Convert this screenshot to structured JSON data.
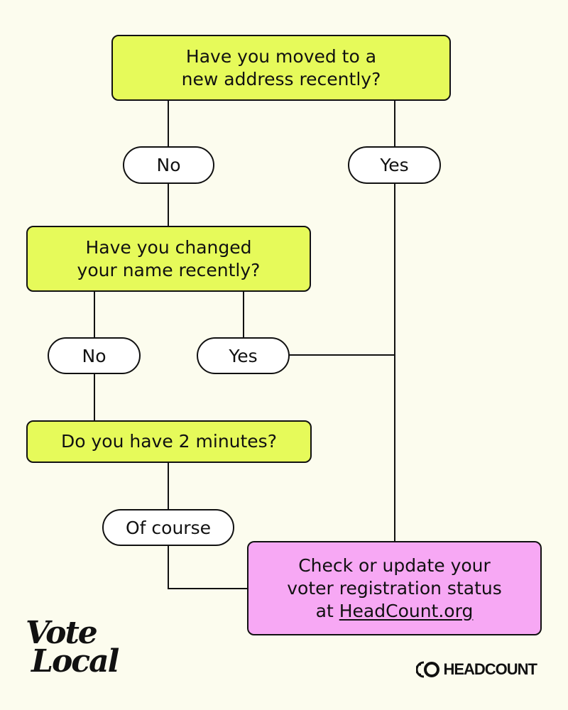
{
  "flow": {
    "q1": "Have you moved to a\nnew address recently?",
    "q1_no": "No",
    "q1_yes": "Yes",
    "q2": "Have you changed\nyour name recently?",
    "q2_no": "No",
    "q2_yes": "Yes",
    "q3": "Do you have 2 minutes?",
    "q3_answer": "Of course",
    "result_line1": "Check or update your",
    "result_line2": "voter registration status",
    "result_prefix": "at ",
    "result_link": "HeadCount.org"
  },
  "branding": {
    "logo_line1": "Vote",
    "logo_line2": "Local",
    "partner": "HEADCOUNT"
  },
  "colors": {
    "background": "#fcfcee",
    "question": "#e6fa5a",
    "answer": "#ffffff",
    "result": "#f7a8f4"
  },
  "icons": {
    "partner_logo": "headcount-ring-icon"
  }
}
